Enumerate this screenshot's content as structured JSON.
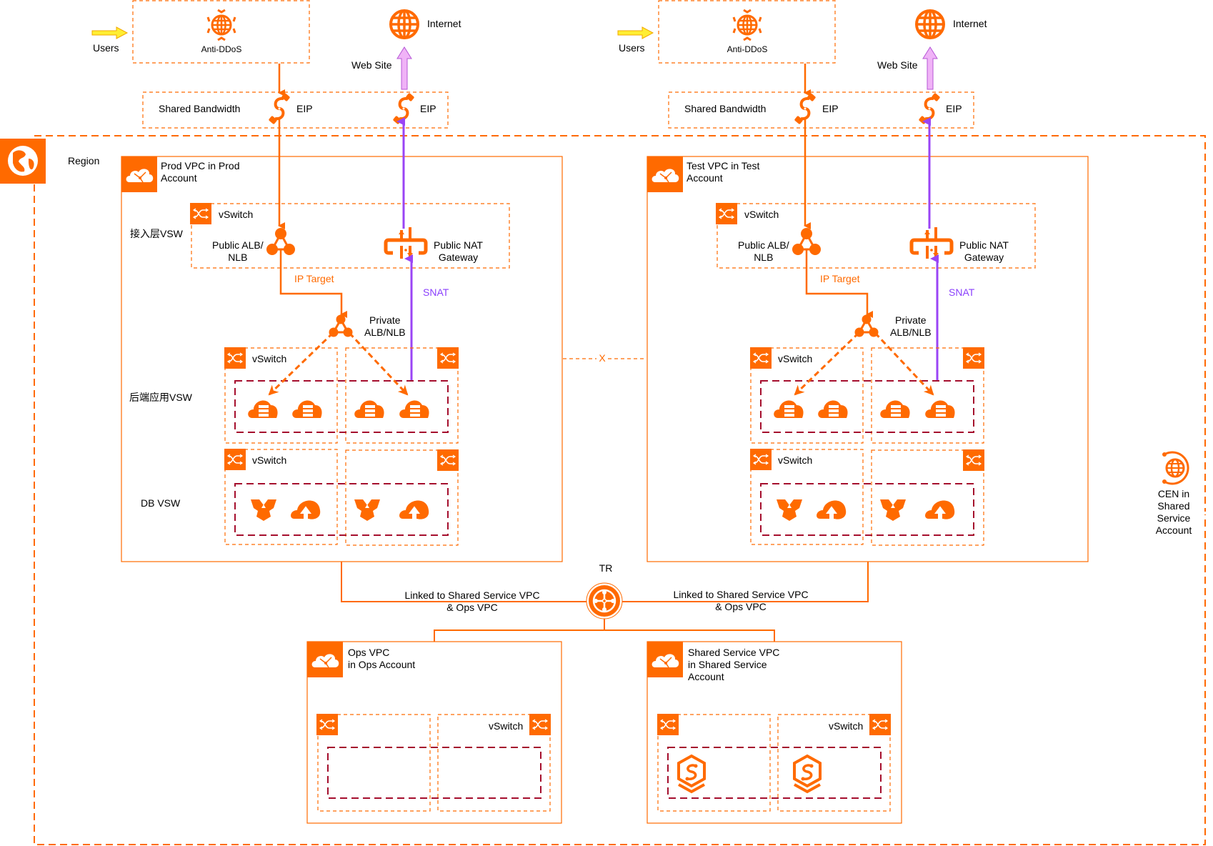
{
  "colors": {
    "accent": "#ff6a00",
    "purple": "#9a44f5",
    "pink_arrow": "#f0b3f7",
    "dark_red_dash": "#a50e2d",
    "user_arrow": "#ffee33"
  },
  "icons": {
    "region": "globe-americas-icon",
    "vpc": "cloud-network-icon",
    "vswitch": "vswitch-shuffle-icon",
    "alb": "load-balancer-icon",
    "nat": "nat-gateway-icon",
    "eip": "eip-plug-icon",
    "internet": "globe-icon",
    "anti_ddos": "anti-ddos-shield-globe-icon",
    "ecs": "cloud-server-icon",
    "db1": "rds-database-icon",
    "db2": "redis-cloud-icon",
    "tr": "transit-router-icon",
    "cen": "cen-globe-icon",
    "shared_svc": "shared-service-hexagon-icon"
  },
  "top": {
    "left": {
      "users": "Users",
      "anti_ddos": "Anti-DDoS",
      "internet": "Internet",
      "web_site": "Web Site",
      "shared_bandwidth": "Shared Bandwidth",
      "eip_in": "EIP",
      "eip_out": "EIP"
    },
    "right": {
      "users": "Users",
      "anti_ddos": "Anti-DDoS",
      "internet": "Internet",
      "web_site": "Web Site",
      "shared_bandwidth": "Shared Bandwidth",
      "eip_in": "EIP",
      "eip_out": "EIP"
    }
  },
  "region": {
    "label": "Region"
  },
  "row_labels": {
    "access": "接入层VSW",
    "backend": "后端应用VSW",
    "db": "DB VSW"
  },
  "prod_vpc": {
    "title": "Prod VPC in Prod\nAccount",
    "vswitch_access": "vSwitch",
    "public_alb": "Public ALB/\nNLB",
    "public_nat": "Public NAT\nGateway",
    "ip_target": "IP Target",
    "snat": "SNAT",
    "private_alb": "Private\nALB/NLB",
    "vswitch_backend": "vSwitch",
    "vswitch_db": "vSwitch"
  },
  "test_vpc": {
    "title": "Test VPC in Test\nAccount",
    "vswitch_access": "vSwitch",
    "public_alb": "Public ALB/\nNLB",
    "public_nat": "Public NAT\nGateway",
    "ip_target": "IP Target",
    "snat": "SNAT",
    "private_alb": "Private\nALB/NLB",
    "vswitch_backend": "vSwitch",
    "vswitch_db": "vSwitch"
  },
  "isolation_mark": "X",
  "tr": {
    "label": "TR",
    "link_left": "Linked to Shared Service VPC\n& Ops VPC",
    "link_right": "Linked to Shared Service VPC\n& Ops VPC"
  },
  "ops_vpc": {
    "title": "Ops VPC\nin Ops Account",
    "vswitch": "vSwitch"
  },
  "shared_vpc": {
    "title": " Shared Service VPC\nin Shared Service\nAccount",
    "vswitch": "vSwitch"
  },
  "cen": {
    "label": "CEN in Shared\nService Account"
  }
}
